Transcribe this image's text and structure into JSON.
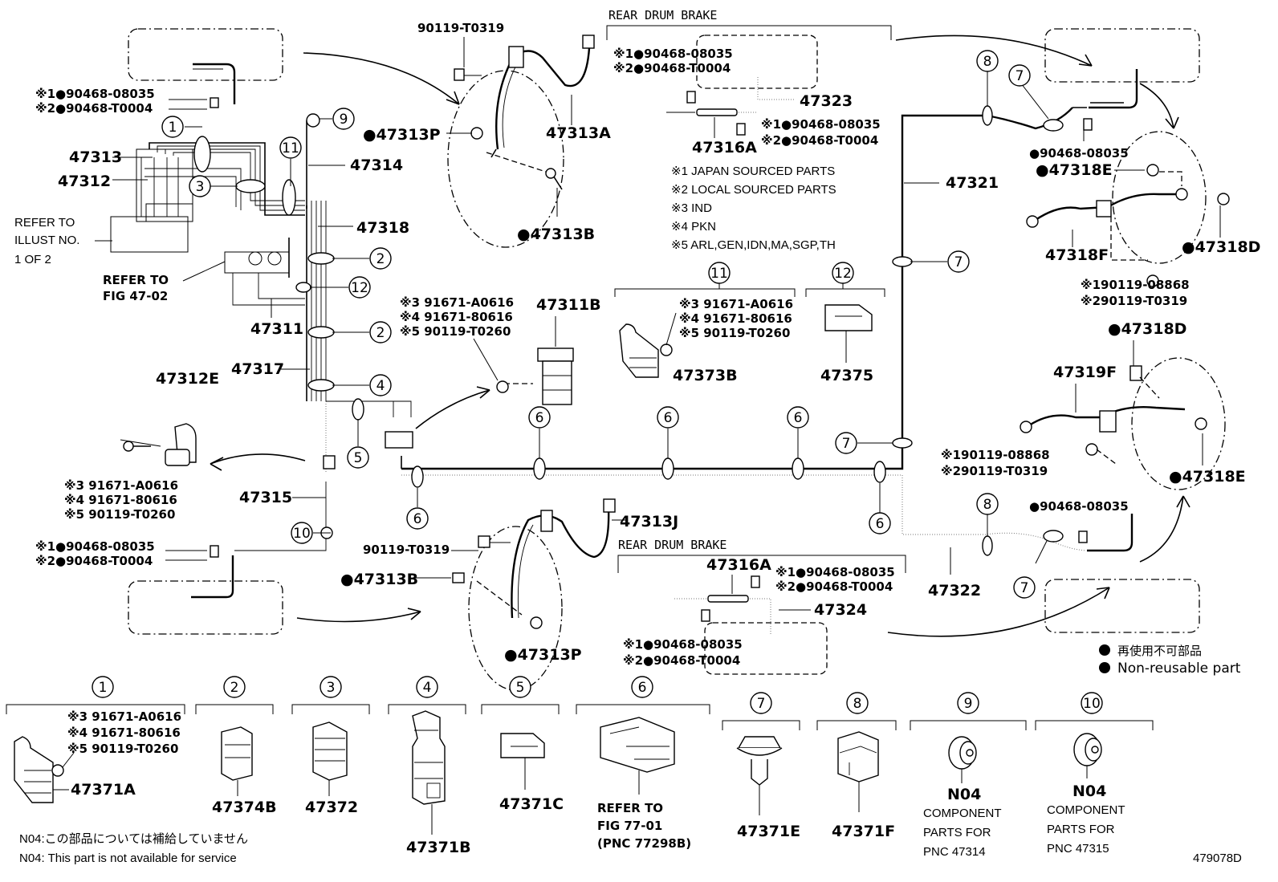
{
  "figure_id": "479078D",
  "titles": {
    "rear_drum_brake_top": "REAR DRUM BRAKE",
    "rear_drum_brake_bottom": "REAR DRUM BRAKE"
  },
  "legend_notes": [
    "※1 JAPAN SOURCED PARTS",
    "※2 LOCAL SOURCED PARTS",
    "※3 IND",
    "※4 PKN",
    "※5 ARL,GEN,IDN,MA,SGP,TH"
  ],
  "non_reusable": {
    "jp": "再使用不可部品",
    "en": "Non-reusable part"
  },
  "refs": {
    "illust": [
      "REFER TO",
      "ILLUST NO.",
      "1 OF 2"
    ],
    "fig4702": [
      "REFER TO",
      "FIG 47-02"
    ],
    "fig7701": [
      "REFER TO",
      "FIG 77-01",
      "(PNC 77298B)"
    ]
  },
  "footnotes": {
    "jp": "N04:この部品については補給していません",
    "en": "N04: This part is not available for service"
  },
  "parts": {
    "p47313": "47313",
    "p47312": "47312",
    "p47314": "47314",
    "p47318": "47318",
    "p47311": "47311",
    "p47317": "47317",
    "p47312E": "47312E",
    "p47315": "47315",
    "p47313A": "47313A",
    "p47313P_top": "●47313P",
    "p47313B_top": "●47313B",
    "p47313J": "47313J",
    "p47313B_bot": "●47313B",
    "p47313P_bot": "●47313P",
    "p47311B": "47311B",
    "p47323": "47323",
    "p47316A_top": "47316A",
    "p47316A_bot": "47316A",
    "p47324": "47324",
    "p47321": "47321",
    "p47322": "47322",
    "p47373B": "47373B",
    "p47375": "47375",
    "p47318E_top": "●47318E",
    "p47318F": "47318F",
    "p47318D_top": "●47318D",
    "p47318D_mid": "●47318D",
    "p47319F": "47319F",
    "p47318E_bot": "●47318E",
    "p47371A": "47371A",
    "p47374B": "47374B",
    "p47372": "47372",
    "p47371B": "47371B",
    "p47371C": "47371C",
    "p47371E": "47371E",
    "p47371F": "47371F",
    "n04a": "N04",
    "n04b": "N04"
  },
  "codes": {
    "l1": "※1●90468-08035",
    "l2": "※2●90468-T0004",
    "l3": "※1●90468-08035",
    "l4": "※2●90468-T0004",
    "b90119top": "90119-T0319",
    "b90119bot": "90119-T0319",
    "rd1": "※1●90468-08035",
    "rd2": "※2●90468-T0004",
    "rd3": "※1●90468-08035",
    "rd4": "※2●90468-T0004",
    "rb1": "※1●90468-08035",
    "rb2": "※2●90468-T0004",
    "rb3": "※1●90468-08035",
    "rb4": "※2●90468-T0004",
    "r1": "●90468-08035",
    "r2": "※190119-08868",
    "r3": "※290119-T0319",
    "r4": "※190119-08868",
    "r5": "※290119-T0319",
    "r6": "●90468-08035",
    "c1a": "※3 91671-A0616",
    "c1b": "※4 91671-80616",
    "c1c": "※5 90119-T0260",
    "c2a": "※3 91671-A0616",
    "c2b": "※4 91671-80616",
    "c2c": "※5 90119-T0260",
    "c3a": "※3 91671-A0616",
    "c3b": "※4 91671-80616",
    "c3c": "※5 90119-T0260",
    "c4a": "※3 91671-A0616",
    "c4b": "※4 91671-80616",
    "c4c": "※5 90119-T0260"
  },
  "callouts": {
    "n1": "1",
    "n2": "2",
    "n3": "3",
    "n4": "4",
    "n5": "5",
    "n6": "6",
    "n7": "7",
    "n8": "8",
    "n9": "9",
    "n10": "10",
    "n11": "11",
    "n12": "12"
  },
  "component_parts": {
    "a": [
      "COMPONENT",
      "PARTS FOR",
      "PNC 47314"
    ],
    "b": [
      "COMPONENT",
      "PARTS FOR",
      "PNC 47315"
    ]
  }
}
